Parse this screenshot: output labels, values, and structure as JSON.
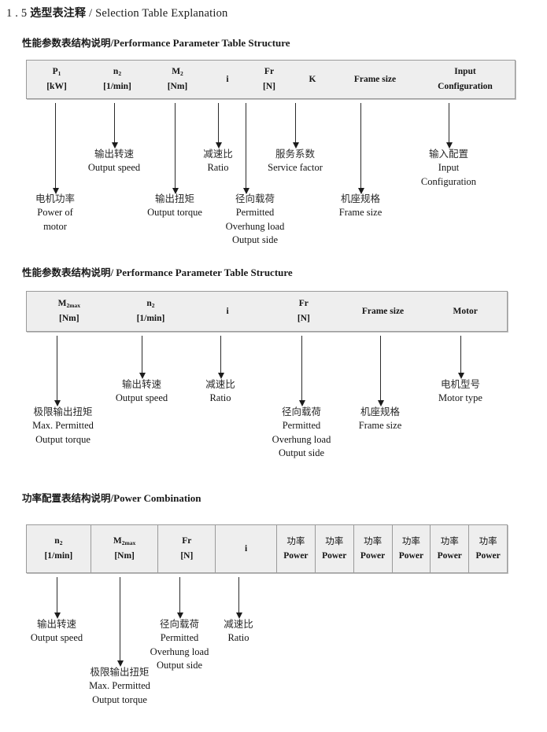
{
  "document": {
    "title_number": "1 . 5",
    "title_cn": "选型表注释",
    "title_sep": "/",
    "title_en": "Selection Table Explanation"
  },
  "sections": [
    {
      "heading_cn": "性能参数表结构说明",
      "heading_sep": "/",
      "heading_en": "Performance Parameter Table Structure",
      "table": {
        "columns": [
          {
            "symbol": "P",
            "sub": "1",
            "unit": "[kW]"
          },
          {
            "symbol": "n",
            "sub": "2",
            "unit": "[1/min]"
          },
          {
            "symbol": "M",
            "sub": "2",
            "unit": "[Nm]"
          },
          {
            "symbol": "i",
            "sub": "",
            "unit": ""
          },
          {
            "symbol": "Fr",
            "sub": "",
            "unit": "[N]"
          },
          {
            "symbol": "K",
            "sub": "",
            "unit": ""
          },
          {
            "symbol": "Frame size",
            "sub": "",
            "unit": ""
          },
          {
            "symbol": "Input",
            "sub": "",
            "unit": "Configuration"
          }
        ]
      },
      "notes": [
        {
          "cn": "电机功率",
          "en": [
            "Power of",
            "motor"
          ]
        },
        {
          "cn": "输出转速",
          "en": [
            "Output speed"
          ]
        },
        {
          "cn": "输出扭矩",
          "en": [
            "Output torque"
          ]
        },
        {
          "cn": "减速比",
          "en": [
            "Ratio"
          ]
        },
        {
          "cn": "径向载荷",
          "en": [
            "Permitted",
            "Overhung load",
            "Output side"
          ]
        },
        {
          "cn": "服务系数",
          "en": [
            "Service factor"
          ]
        },
        {
          "cn": "机座规格",
          "en": [
            "Frame size"
          ]
        },
        {
          "cn": "输入配置",
          "en": [
            "Input",
            "Configuration"
          ]
        }
      ]
    },
    {
      "heading_cn": "性能参数表结构说明",
      "heading_sep": "/",
      "heading_en": "Performance Parameter Table Structure",
      "table": {
        "columns": [
          {
            "symbol": "M",
            "sub": "2max",
            "unit": "[Nm]"
          },
          {
            "symbol": "n",
            "sub": "2",
            "unit": "[1/min]"
          },
          {
            "symbol": "i",
            "sub": "",
            "unit": ""
          },
          {
            "symbol": "Fr",
            "sub": "",
            "unit": "[N]"
          },
          {
            "symbol": "Frame size",
            "sub": "",
            "unit": ""
          },
          {
            "symbol": "Motor",
            "sub": "",
            "unit": ""
          }
        ]
      },
      "notes": [
        {
          "cn": "极限输出扭矩",
          "en": [
            "Max. Permitted",
            "Output  torque"
          ]
        },
        {
          "cn": "输出转速",
          "en": [
            "Output speed"
          ]
        },
        {
          "cn": "减速比",
          "en": [
            "Ratio"
          ]
        },
        {
          "cn": "径向载荷",
          "en": [
            "Permitted",
            "Overhung load",
            "Output side"
          ]
        },
        {
          "cn": "机座规格",
          "en": [
            "Frame size"
          ]
        },
        {
          "cn": "电机型号",
          "en": [
            "Motor type"
          ]
        }
      ]
    },
    {
      "heading_cn": "功率配置表结构说明",
      "heading_sep": "/",
      "heading_en": "Power Combination",
      "table": {
        "columns": [
          {
            "symbol": "n",
            "sub": "2",
            "unit": "[1/min]"
          },
          {
            "symbol": "M",
            "sub": "2max",
            "unit": "[Nm]"
          },
          {
            "symbol": "Fr",
            "sub": "",
            "unit": "[N]"
          },
          {
            "symbol": "i",
            "sub": "",
            "unit": ""
          }
        ],
        "power_columns": [
          {
            "cn": "功率",
            "en": "Power"
          },
          {
            "cn": "功率",
            "en": "Power"
          },
          {
            "cn": "功率",
            "en": "Power"
          },
          {
            "cn": "功率",
            "en": "Power"
          },
          {
            "cn": "功率",
            "en": "Power"
          },
          {
            "cn": "功率",
            "en": "Power"
          }
        ]
      },
      "notes": [
        {
          "cn": "输出转速",
          "en": [
            "Output speed"
          ]
        },
        {
          "cn": "极限输出扭矩",
          "en": [
            "Max. Permitted",
            "Output  torque"
          ]
        },
        {
          "cn": "径向载荷",
          "en": [
            "Permitted",
            "Overhung load",
            "Output side"
          ]
        },
        {
          "cn": "减速比",
          "en": [
            "Ratio"
          ]
        }
      ]
    }
  ]
}
